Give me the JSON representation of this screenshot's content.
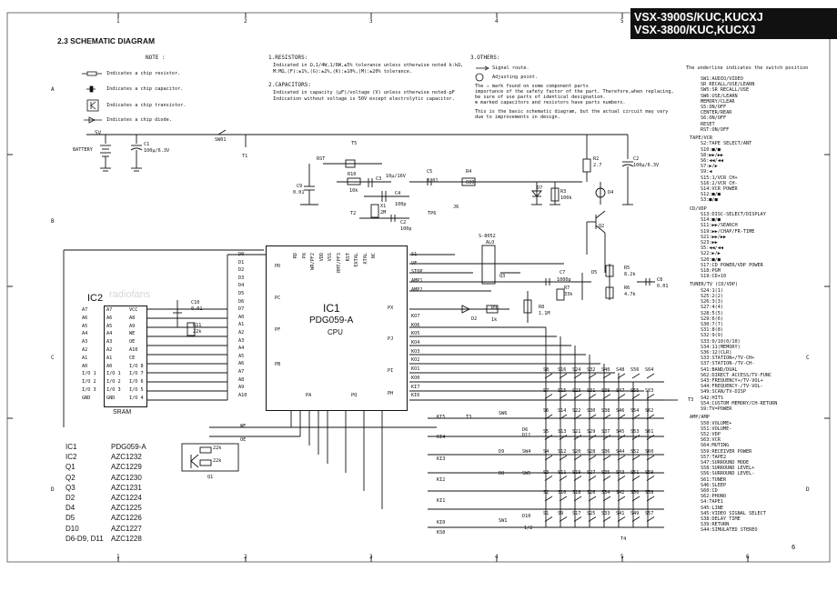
{
  "header": {
    "model_line1": "VSX-3900S/KUC,KUCXJ",
    "model_line2": "VSX-3800/KUC,KUCXJ",
    "section_title": "2.3 SCHEMATIC DIAGRAM"
  },
  "grid": {
    "columns": [
      "1",
      "2",
      "3",
      "4",
      "5",
      "6"
    ],
    "rows": [
      "A",
      "B",
      "C",
      "D"
    ],
    "page_number": "6"
  },
  "notes": {
    "title": "NOTE :",
    "items": [
      "Indicates a chip resistor.",
      "Indicates a chip capacitor.",
      "Indicates a chip transistor.",
      "Indicates a chip diode."
    ]
  },
  "resistors_note": {
    "title": "1.RESISTORS:",
    "lines": [
      "Indicated in Ω,1/4W,1/8W,±5% tolerance unless otherwise noted k:kΩ,",
      "M:MΩ,(F):±1%,(G):±2%,(K):±10%,(M):±20% tolerance."
    ]
  },
  "capacitors_note": {
    "title": "2.CAPACITORS:",
    "lines": [
      "Indicated in capacity (µF)/voltage (V) unless otherwise noted-pF",
      "Indication without voltage is 50V except electrolytic capacitor."
    ]
  },
  "others_note": {
    "title": "3.OTHERS:",
    "lines": [
      "Signal route.",
      "Adjusting point.",
      "The ⚠ mark found on some component parts",
      "importance of the safety factor of the part. Therefore,when replacing,",
      "be sure of use parts of identical designation.",
      "✻ marked capacitors and resistors have parts numbers.",
      "This is the basic schematic diagram, but the actual circuit may vary",
      "due to improvements in design."
    ]
  },
  "switch_legend": {
    "heading": "The underline indicates the switch position",
    "groups": [
      {
        "title": "",
        "items": [
          "SW1:AUDIO/VIDEO",
          "SR RECALL/USE/LEARN",
          "SW5:SR RECALL/USE",
          "SW6:USE/LEARN",
          "MEMORY/CLEAR",
          "S5:ON/OFF",
          "CENTER/REAR",
          "S6:ON/OFF",
          "RESET",
          "RST:ON/OFF"
        ]
      },
      {
        "title": "TAPE/VCR",
        "items": [
          "S2:TAPE SELECT/ANT",
          "S10:■/■",
          "S8:▶▶/▶▶",
          "S6:◀◀/◀◀",
          "S7:▶/▶",
          "S9:◀",
          "S15:1/VCR CH+",
          "S16:2/VCR CH-",
          "S14:VCR POWER",
          "S12:■/■",
          "S3:■/■"
        ]
      },
      {
        "title": "CD/VDP",
        "items": [
          "S13:DISC-SELECT/DISPLAY",
          "S14:■/■",
          "S11:▶▶/SEARCH",
          "S19:▶▶/CHAP/FR-TIME",
          "S21:▶▶/▶▶",
          "S23:▶▶",
          "S5:◀◀/◀◀",
          "S22:▶/▶",
          "S20:■/■",
          "S17:CD POWER/VDP POWER",
          "S18:PGM",
          "S19:CD+10"
        ]
      },
      {
        "title": "TUNER/TV (CD/VDP)",
        "items": [
          "S24:1(1)",
          "S25:2(2)",
          "S26:3(3)",
          "S27:4(4)",
          "S28:5(5)",
          "S29:6(6)",
          "S30:7(7)",
          "S31:8(8)",
          "S32:9(9)",
          "S33:0/10(0/10)",
          "S34:11(MEMORY)",
          "S36:12(CLR)",
          "S33:STATION+/TV-CH+",
          "S37:STATION-/TV-CH-",
          "S41:BAND/DUAL",
          "S62:DIRECT ACCESS/TV-FUNC",
          "S43:FREQUENCY+/TV-VOL+",
          "S44:FREQUENCY-/TV-VOL-",
          "S49:SCAN/TV-DISP",
          "S42:HITS",
          "S54:CUSTOM MEMORY/CH-RETURN",
          "S9:TV=POWER"
        ]
      },
      {
        "title": "AMP/AMP",
        "items": [
          "S50:VOLUME+",
          "S51:VOLUME-",
          "S52:VDP",
          "S63:VCR",
          "S64:MUTING",
          "S59:RECEIVER POWER",
          "S57:TAPE2",
          "S47:SURROUND MODE",
          "S58:SURROUND LEVEL+",
          "S56:SURROUND LEVEL-",
          "S61:TUNER",
          "S46:SLEEP",
          "S60:CD",
          "S62:PHONO",
          "S4:TAPE1",
          "S45:LINE",
          "S45:VIDEO SIGNAL SELECT",
          "S38:DELAY TIME",
          "S39:RETURN",
          "S44:SIMULATED STEREO"
        ]
      }
    ]
  },
  "parts_list": [
    {
      "ref": "IC1",
      "part": "PDG059-A"
    },
    {
      "ref": "IC2",
      "part": "AZC1232"
    },
    {
      "ref": "Q1",
      "part": "AZC1229"
    },
    {
      "ref": "Q2",
      "part": "AZC1230"
    },
    {
      "ref": "Q3",
      "part": "AZC1231"
    },
    {
      "ref": "D2",
      "part": "AZC1224"
    },
    {
      "ref": "D4",
      "part": "AZC1225"
    },
    {
      "ref": "D5",
      "part": "AZC1226"
    },
    {
      "ref": "D10",
      "part": "AZC1227"
    },
    {
      "ref": "D6-D9, D11",
      "part": "AZC1228"
    }
  ],
  "ic1": {
    "ref": "IC1",
    "part": "PDG059-A",
    "desc": "CPU",
    "port_labels": [
      "PD",
      "PC",
      "PF",
      "PB",
      "PA",
      "PQ",
      "PX",
      "PJ",
      "PI",
      "PH"
    ],
    "left_pins": [
      "D0",
      "D1",
      "D2",
      "D3",
      "D4",
      "D5",
      "D6",
      "D7",
      "A0",
      "A1",
      "A2",
      "A3",
      "A4",
      "A5",
      "A6",
      "A7",
      "A8",
      "A9",
      "A10"
    ],
    "right_pins": [
      "S1",
      "VF",
      "STOP",
      "AMP1",
      "AMP2",
      "",
      "",
      "KO7",
      "KO6",
      "KO5",
      "KO4",
      "KO3",
      "KO2",
      "KO1",
      "KO0",
      "KI7",
      "KI6"
    ],
    "top_pins": [
      "RD",
      "PX",
      "WR/PF2",
      "VDD",
      "VSS",
      "RMT/PF3",
      "RST",
      "EXTAL",
      "XTAL",
      "NC"
    ]
  },
  "ic2": {
    "ref": "IC2",
    "name": "SRAM",
    "left_pins": [
      "A7",
      "A6",
      "A5",
      "A4",
      "A3",
      "A2",
      "A1",
      "A0",
      "I/O 1",
      "I/O 2",
      "I/O 3",
      "GND"
    ],
    "right_pins": [
      "VCC",
      "A8",
      "A9",
      "WE",
      "OE",
      "A10",
      "CE",
      "I/O 8",
      "I/O 7",
      "I/O 6",
      "I/O 5",
      "I/O 4"
    ]
  },
  "components": {
    "battery": "BATTERY",
    "battery_voltage": "5V",
    "c1": "C1",
    "c1_value": "100µ/6.3V",
    "sw01": "SW01",
    "t1": "T1",
    "t5": "T5",
    "rst": "RST",
    "r10": "R10",
    "r10_value": "10k",
    "c3": "C3",
    "c3_value": "10µ/16V",
    "c4": "C4",
    "c4_value": "100p",
    "c5": "C5",
    "c5_value": "0.01",
    "c9": "C9",
    "c9_value": "0.01",
    "x1": "X1",
    "x1_value": "2M",
    "c2": "C2",
    "c2_value": "100p",
    "t2": "T2",
    "tp6": "TP6",
    "j6": "J6",
    "r4": "R4",
    "r4_value": "680",
    "r2": "R2",
    "r2_value": "2.7",
    "c2b": "C2",
    "c2b_value": "100µ/6.3V",
    "d7": "D7",
    "r3": "R3",
    "r3_value": "100k",
    "d4": "D4",
    "q2": "Q2",
    "s8052": "S-8052",
    "s8052_sub": "ALO",
    "q3": "Q3",
    "c7": "C7",
    "c7_value": "1000p",
    "d5": "D5",
    "r5": "R5",
    "r5_value": "8.2k",
    "c8": "C8",
    "c8_value": "0.01",
    "r7": "R7",
    "r7_value": "33k",
    "r6": "R6",
    "r6_value": "4.7k",
    "r8": "R8",
    "r8_value": "1.1M",
    "r9": "R9",
    "r9_value": "1k",
    "d2": "D2",
    "c10": "C10",
    "c10_value": "0.01",
    "r11": "R11",
    "r11_value": "22k",
    "q1": "Q1",
    "q1_r1": "22k",
    "q1_r2": "22k",
    "we": "WE",
    "oe": "OE",
    "ki5": "KI5",
    "ki4": "KI4",
    "ki3": "KI3",
    "ki2": "KI2",
    "ki1": "KI1",
    "ki0": "KI0",
    "ks0": "KS0",
    "t3": "T3",
    "t3b": "T3",
    "t4": "T4",
    "sw6": "SW6",
    "sw5": "SW5",
    "sw4": "SW4",
    "sw1": "SW1",
    "d6": "D6",
    "d8": "D8",
    "d9": "D9",
    "d10": "D10",
    "d11": "D11",
    "d10_sub": "1/2",
    "watermark": "radiofans"
  },
  "switch_matrix": {
    "rows": [
      [
        "S8",
        "S16",
        "S24",
        "S32",
        "S40",
        "S48",
        "S56",
        "S64"
      ],
      [
        "S7",
        "S15",
        "S23",
        "S31",
        "S39",
        "S47",
        "S55",
        "S63"
      ],
      [
        "S6",
        "S14",
        "S22",
        "S30",
        "S38",
        "S46",
        "S54",
        "S62"
      ],
      [
        "S5",
        "S13",
        "S21",
        "S29",
        "S37",
        "S45",
        "S53",
        "S61"
      ],
      [
        "S4",
        "S12",
        "S20",
        "S28",
        "S36",
        "S44",
        "S52",
        "S60"
      ],
      [
        "S3",
        "S11",
        "S19",
        "S27",
        "S35",
        "S43",
        "S51",
        "S59"
      ],
      [
        "S2",
        "S10",
        "S18",
        "S26",
        "S34",
        "S42",
        "S50",
        "S58"
      ],
      [
        "S1",
        "S9",
        "S17",
        "S25",
        "S33",
        "S41",
        "S49",
        "S57"
      ]
    ]
  }
}
